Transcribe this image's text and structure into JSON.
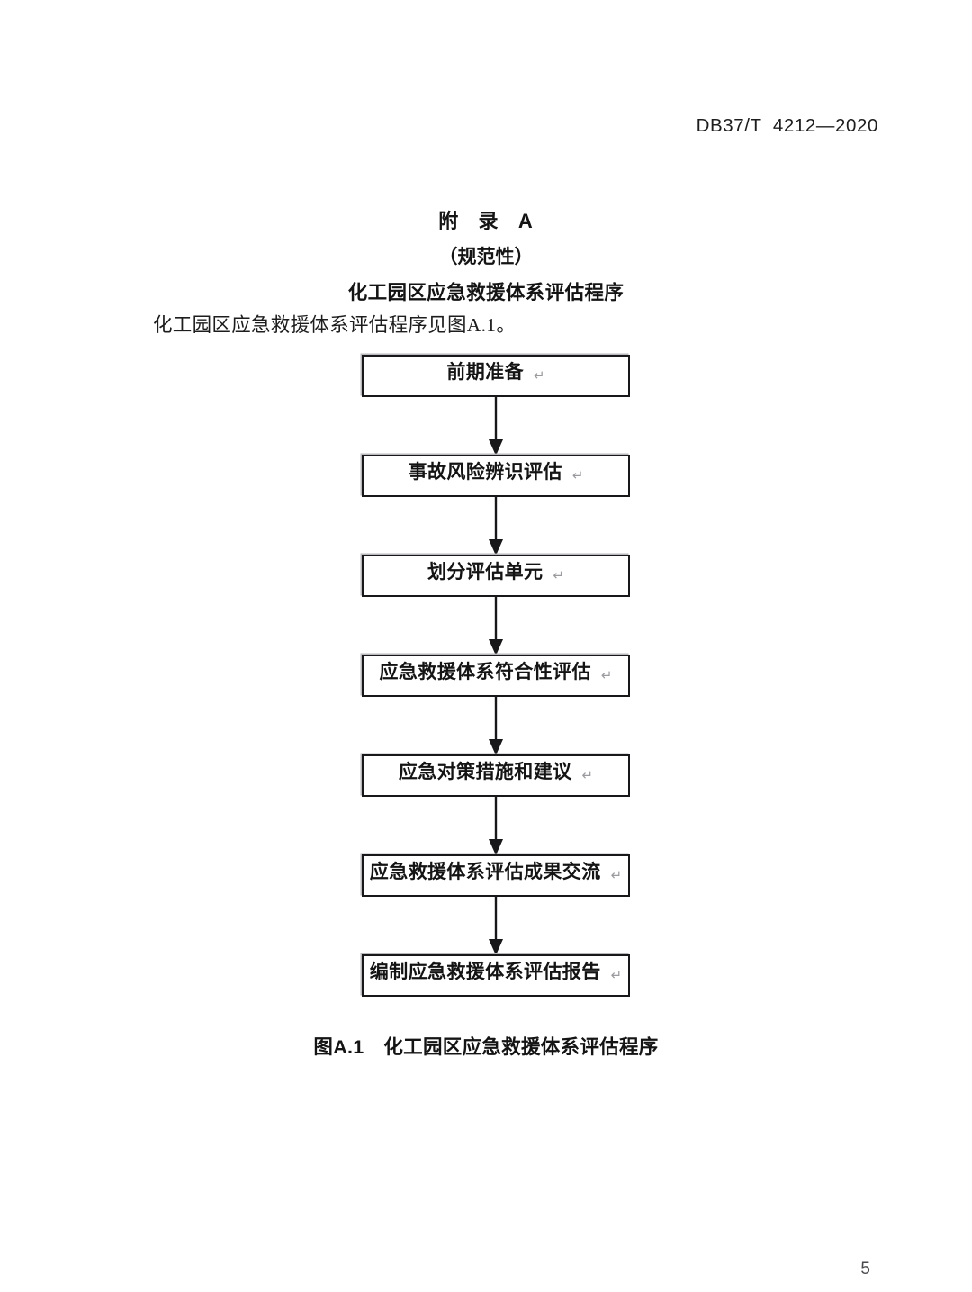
{
  "header": {
    "standard_number": "DB37/T  4212—2020"
  },
  "annex": {
    "label": "附   录   A",
    "kind": "（规范性）",
    "subject": "化工园区应急救援体系评估程序"
  },
  "body": {
    "paragraph": "化工园区应急救援体系评估程序见图A.1。"
  },
  "flowchart": {
    "cr_mark": "↵",
    "nodes": [
      {
        "label": "前期准备"
      },
      {
        "label": "事故风险辨识评估"
      },
      {
        "label": "划分评估单元"
      },
      {
        "label": "应急救援体系符合性评估"
      },
      {
        "label": "应急对策措施和建议"
      },
      {
        "label": "应急救援体系评估成果交流"
      },
      {
        "label": "编制应急救援体系评估报告"
      }
    ],
    "arrow_color": "#18181a"
  },
  "figure": {
    "caption": "图A.1。　化工园区应急救援体系评估程序",
    "caption_display": "图A.1　化工园区应急救援体系评估程序"
  },
  "footer": {
    "page_number": "5"
  }
}
